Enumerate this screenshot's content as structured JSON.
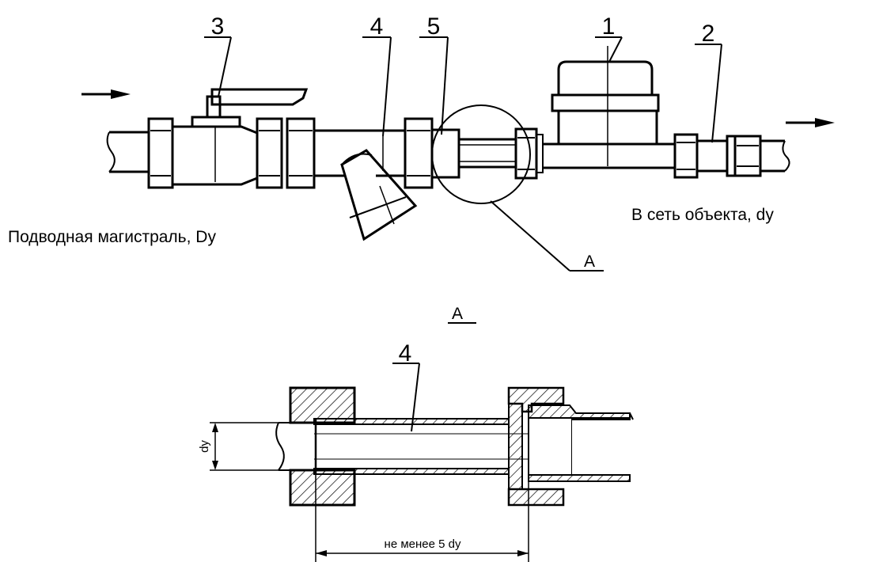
{
  "labels": {
    "n1": "1",
    "n2": "2",
    "n3": "3",
    "n4": "4",
    "n5": "5",
    "callout_a": "А",
    "detail_a": "А",
    "detail_n4": "4"
  },
  "captions": {
    "inlet": "Подводная магистраль, Dy",
    "outlet": "В сеть объекта, dy"
  },
  "dimensions": {
    "diameter": "dy",
    "length": "не менее 5 dy"
  }
}
